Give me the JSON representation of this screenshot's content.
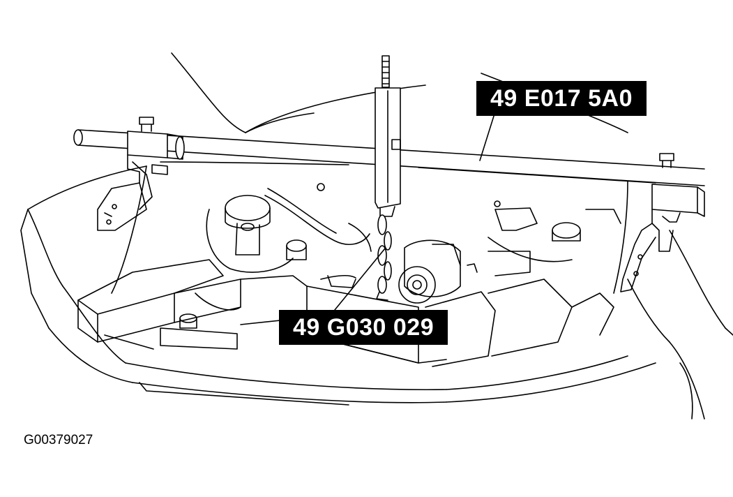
{
  "callouts": {
    "engine_support_tool": "49 E017 5A0",
    "hanger_hook": "49 G030 029"
  },
  "figure_code": "G00379027",
  "colors": {
    "line": "#000000",
    "background": "#ffffff",
    "callout_fill": "#000000",
    "callout_text": "#ffffff"
  }
}
